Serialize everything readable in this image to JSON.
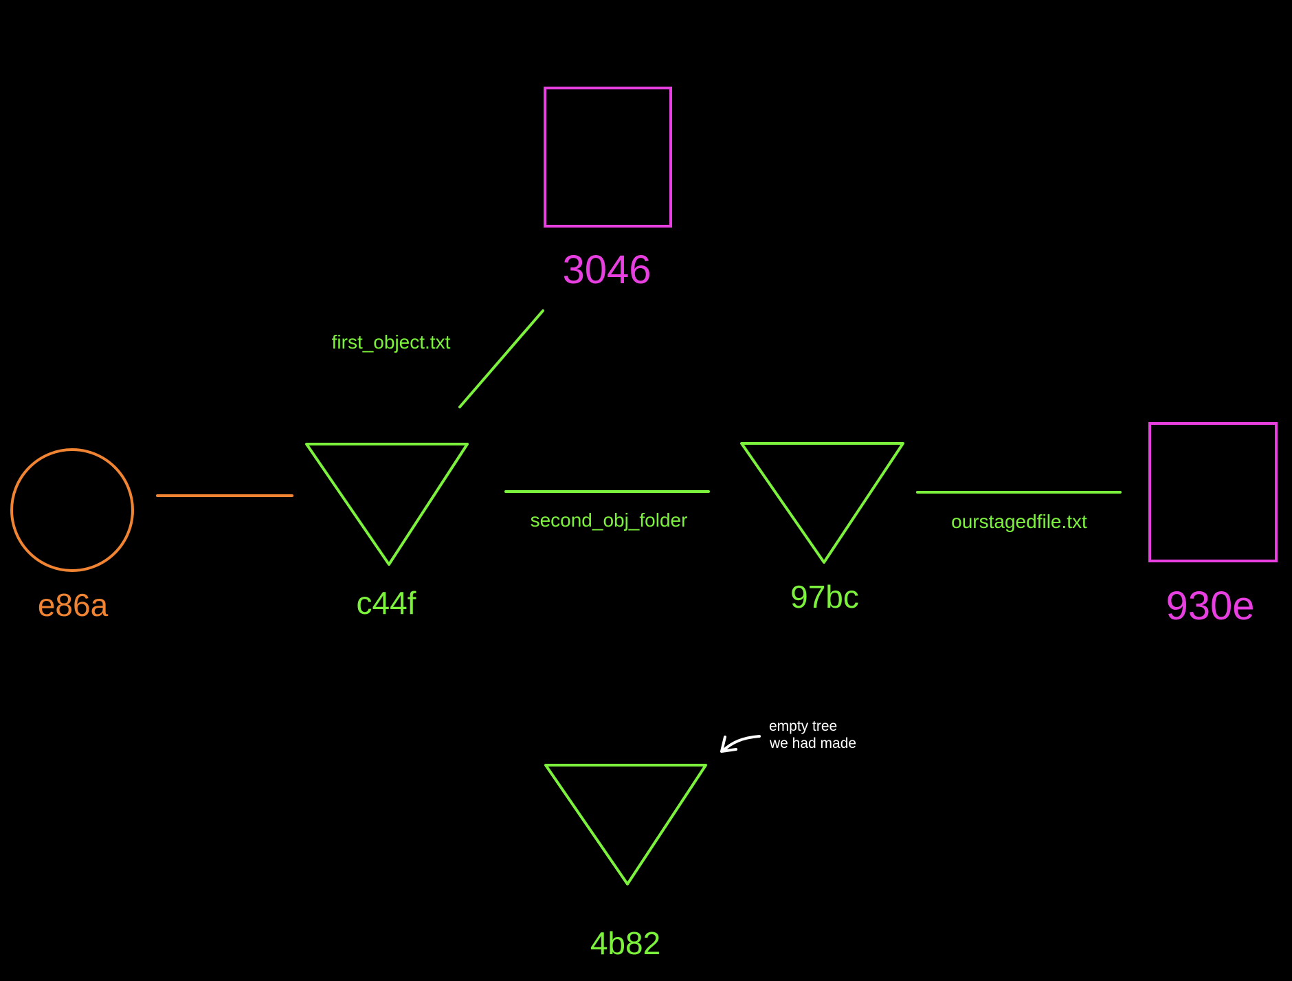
{
  "colors": {
    "background": "#000000",
    "commit": "#f08432",
    "tree": "#7df23d",
    "blob": "#e83fe0",
    "note": "#ffffff"
  },
  "nodes": {
    "commit_e86a": {
      "label": "e86a",
      "shape": "circle"
    },
    "tree_c44f": {
      "label": "c44f",
      "shape": "down-triangle"
    },
    "tree_97bc": {
      "label": "97bc",
      "shape": "down-triangle"
    },
    "tree_4b82": {
      "label": "4b82",
      "shape": "down-triangle"
    },
    "blob_3046": {
      "label": "3046",
      "shape": "square"
    },
    "blob_930e": {
      "label": "930e",
      "shape": "square"
    }
  },
  "edges": {
    "commit_to_tree": {
      "from": "e86a",
      "to": "c44f",
      "label": ""
    },
    "c44f_to_3046": {
      "from": "c44f",
      "to": "3046",
      "label": "first_object.txt"
    },
    "c44f_to_97bc": {
      "from": "c44f",
      "to": "97bc",
      "label": "second_obj_folder"
    },
    "97bc_to_930e": {
      "from": "97bc",
      "to": "930e",
      "label": "ourstagedfile.txt"
    }
  },
  "annotation": {
    "line1": "empty tree",
    "line2": "we had made",
    "icon": "curved-arrow-icon",
    "points_to": "4b82"
  }
}
